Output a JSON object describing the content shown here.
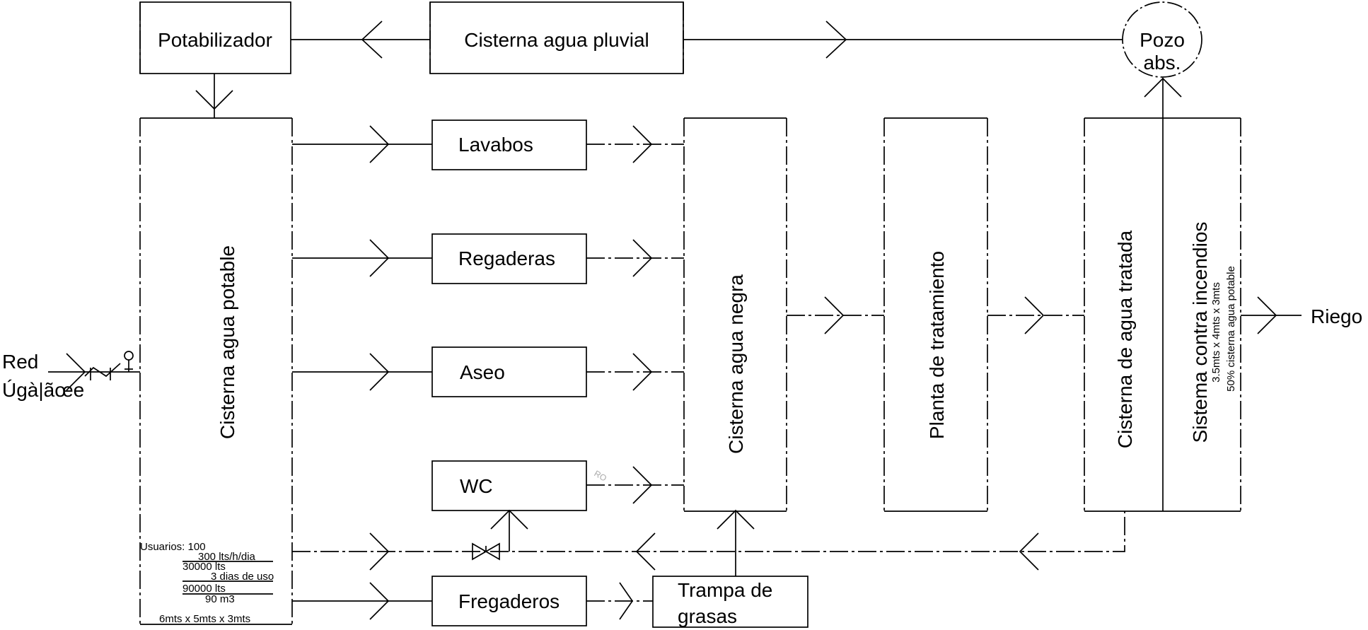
{
  "diagram": {
    "potabilizador": "Potabilizador",
    "cisterna_pluvial": "Cisterna agua pluvial",
    "pozo_line1": "Pozo",
    "pozo_line2": "abs.",
    "cisterna_potable": "Cisterna agua potable",
    "lavabos": "Lavabos",
    "regaderas": "Regaderas",
    "aseo": "Aseo",
    "wc": "WC",
    "wc_mark": "RO",
    "fregaderos": "Fregaderos",
    "trampa_line1": "Trampa de",
    "trampa_line2": "grasas",
    "cisterna_negra": "Cisterna agua negra",
    "planta": "Planta de tratamiento",
    "cisterna_tratada": "Cisterna de agua tratada",
    "incendios_title": "Sistema contra incendios",
    "incendios_dims": "3.5mts x 4mts x 3mts",
    "incendios_note": "50% cisterna agua potable",
    "riego": "Riego",
    "red_line1": "Red",
    "red_line2": "Úgà|ãœe",
    "calc": {
      "usuarios": "Usuarios: 100",
      "consumo": "300 lts/h/dia",
      "total_dia": "30000 lts",
      "dias": "3 dias de uso",
      "total": "90000 lts",
      "m3": "90 m3",
      "dims": "6mts x 5mts x 3mts"
    }
  }
}
